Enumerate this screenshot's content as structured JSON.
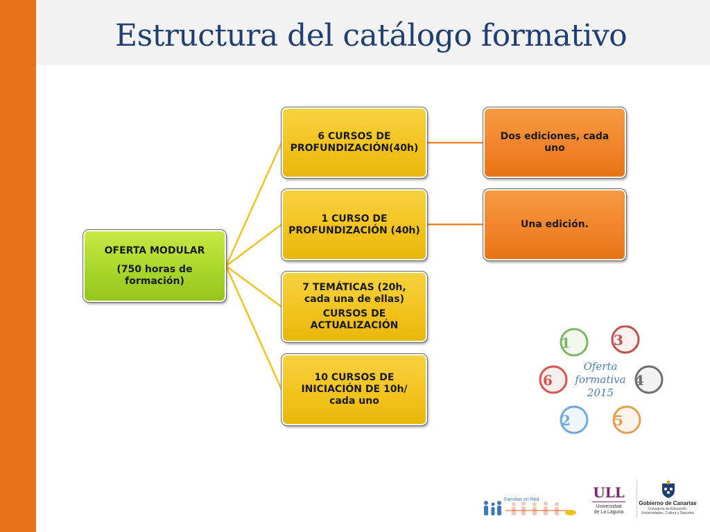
{
  "slide": {
    "title": "Estructura del catálogo formativo"
  },
  "diagram": {
    "root": {
      "line1": "OFERTA MODULAR",
      "line2": "(750 horas de formación)"
    },
    "branches": [
      {
        "text": "6 CURSOS DE PROFUNDIZACIÓN(40h)"
      },
      {
        "text": "1 CURSO DE PROFUNDIZACIÓN (40h)"
      },
      {
        "text1": "7 TEMÁTICAS (20h, cada una de ellas)",
        "text2": "CURSOS DE ACTUALIZACIÓN"
      },
      {
        "text": "10 CURSOS DE INICIACIÓN DE 10h/ cada uno"
      }
    ],
    "details": [
      {
        "text": "Dos ediciones, cada uno"
      },
      {
        "text": "Una edición."
      }
    ]
  },
  "oferta_logo": {
    "line1": "Oferta",
    "line2": "formativa",
    "line3": "2015",
    "numbers": [
      "1",
      "3",
      "4",
      "5",
      "2",
      "6"
    ],
    "colors": [
      "#7bb661",
      "#c0504d",
      "#6d6d6d",
      "#e0a050",
      "#6fa8dc",
      "#d9534f"
    ]
  },
  "footer": {
    "familias_label": "Familias en Red",
    "ull_mark": "ULL",
    "ull_sub1": "Universidad",
    "ull_sub2": "de La Laguna",
    "gob_name": "Gobierno de Canarias",
    "gob_sub1": "Consejería de Educación,",
    "gob_sub2": "Universidades, Cultura y Deportes"
  },
  "colors": {
    "accent_bar": "#e8711c",
    "title": "#1f3f73",
    "root_box": "#a6d52a",
    "branch_box": "#f2c21c",
    "detail_box": "#f0822a",
    "connector": "#f2c21c"
  }
}
